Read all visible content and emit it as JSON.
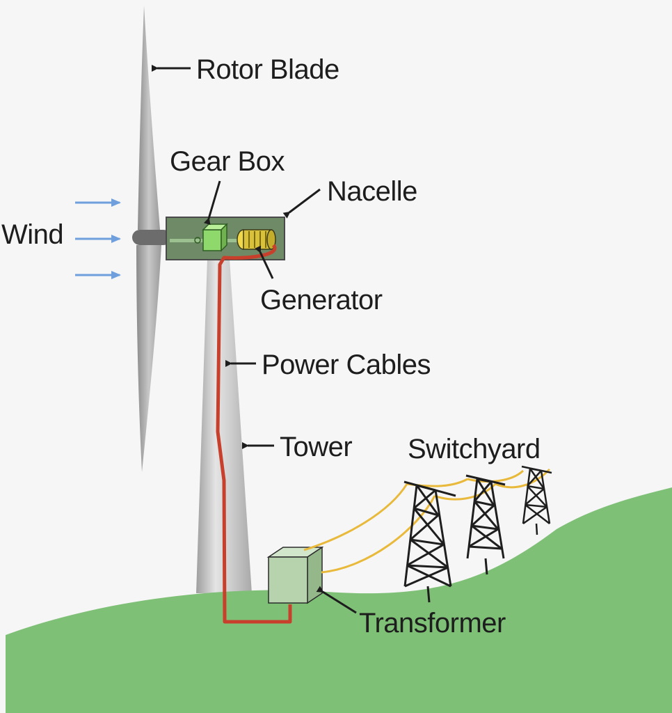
{
  "labels": {
    "rotor_blade": "Rotor Blade",
    "gear_box": "Gear Box",
    "nacelle": "Nacelle",
    "wind": "Wind",
    "generator": "Generator",
    "power_cables": "Power Cables",
    "tower": "Tower",
    "switchyard": "Switchyard",
    "transformer": "Transformer"
  },
  "colors": {
    "background": "#f6f6f6",
    "ground": "#7fc077",
    "tower": "#c9c9c9",
    "blade": "#b3b3b3",
    "nacelle": "#6f8a66",
    "nacelle_border": "#4a4a4a",
    "gearbox": "#8fd86c",
    "generator": "#d9c23a",
    "power_cable": "#c8402c",
    "power_line": "#e8b93a",
    "transformer": "#b7d3ae",
    "wind_arrows": "#6f9fdc",
    "pylon": "#1e1e1e",
    "label_text": "#1d1d1d"
  }
}
